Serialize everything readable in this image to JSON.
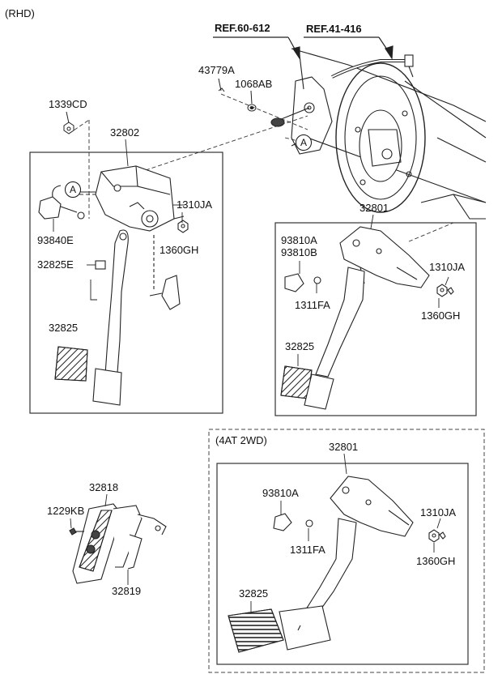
{
  "diagram": {
    "variant_label": "(RHD)",
    "box_title": "(4AT 2WD)",
    "callout_letter": "A",
    "refs": {
      "ref1": "REF.60-612",
      "ref2": "REF.41-416"
    },
    "parts": {
      "p43779A": "43779A",
      "p1068AB": "1068AB",
      "p1339CD": "1339CD",
      "p32802": "32802",
      "p1310JA_a": "1310JA",
      "p93840E": "93840E",
      "p1360GH_a": "1360GH",
      "p32825E": "32825E",
      "p32825_a": "32825",
      "p32801_a": "32801",
      "p93810A_a": "93810A",
      "p93810B": "93810B",
      "p1310JA_b": "1310JA",
      "p1311FA_a": "1311FA",
      "p1360GH_b": "1360GH",
      "p32825_b": "32825",
      "p32801_b": "32801",
      "p93810A_b": "93810A",
      "p1310JA_c": "1310JA",
      "p1311FA_b": "1311FA",
      "p1360GH_c": "1360GH",
      "p32825_c": "32825",
      "p32818": "32818",
      "p1229KB": "1229KB",
      "p32819": "32819"
    }
  }
}
